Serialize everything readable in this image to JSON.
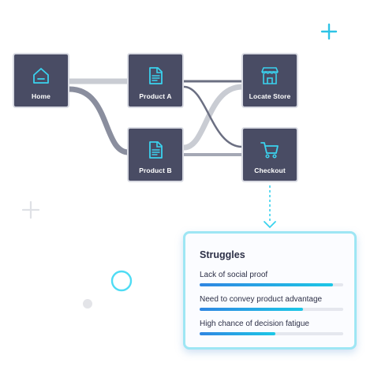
{
  "nodes": {
    "home": {
      "label": "Home",
      "icon": "home-icon"
    },
    "product_a": {
      "label": "Product A",
      "icon": "document-icon"
    },
    "product_b": {
      "label": "Product B",
      "icon": "document-icon"
    },
    "locate_store": {
      "label": "Locate Store",
      "icon": "store-icon"
    },
    "checkout": {
      "label": "Checkout",
      "icon": "cart-icon"
    }
  },
  "links": [
    {
      "from": "Home",
      "to": "Product A"
    },
    {
      "from": "Home",
      "to": "Product B"
    },
    {
      "from": "Product A",
      "to": "Locate Store"
    },
    {
      "from": "Product A",
      "to": "Checkout"
    },
    {
      "from": "Product B",
      "to": "Locate Store"
    },
    {
      "from": "Product B",
      "to": "Checkout"
    }
  ],
  "struggles": {
    "title": "Struggles",
    "items": [
      {
        "label": "Lack of social proof",
        "level": 0.93
      },
      {
        "label": "Need to convey product advantage",
        "level": 0.72
      },
      {
        "label": "High chance of decision fatigue",
        "level": 0.53
      }
    ]
  },
  "colors": {
    "node_fill": "#494c64",
    "node_border": "#d9dbe3",
    "icon_accent": "#3ad2ee",
    "card_border": "#9ee6f4",
    "bar_start": "#2f86e2",
    "bar_end": "#1cc7e6"
  }
}
